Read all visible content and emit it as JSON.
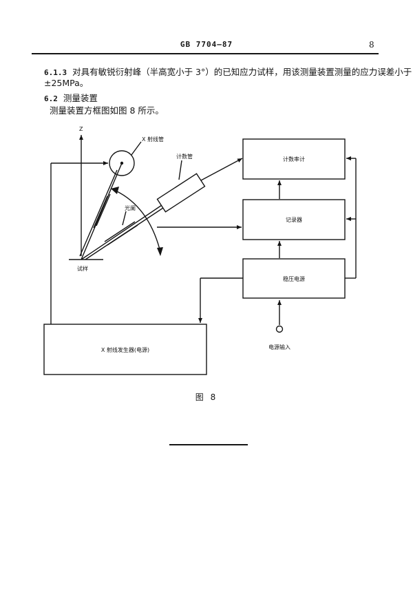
{
  "header": {
    "title": "GB 7704—87",
    "page_number": "8"
  },
  "body": {
    "s613_number": "6.1.3",
    "s613_line1": "对具有敏锐衍射峰（半高宽小于 3°）的已知应力试样，用该测量装置测量的应力误差小于",
    "s613_line2": "±25MPa。",
    "s62_number": "6.2",
    "s62_heading": "测量装置",
    "s62_text": "测量装置方框图如图 8 所示。"
  },
  "figure": {
    "axis_z": "Z",
    "xray_tube": "X 射线管",
    "counter_tube": "计数管",
    "slit": "光阑",
    "sample": "试样",
    "counter_rate_meter": "计数率计",
    "recorder": "记录器",
    "regulated_power": "稳压电源",
    "xray_generator": "X 射线发生器(电源)",
    "power_input": "电源输入",
    "caption": "图 8"
  }
}
